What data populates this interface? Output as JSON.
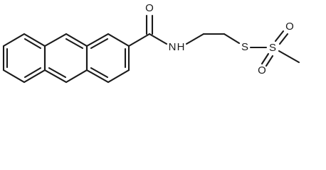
{
  "structure": {
    "atoms": {
      "carbonyl_oxygen": "O",
      "amide_nitrogen": "N",
      "amide_hydrogen": "H",
      "sulfur_1": "S",
      "sulfur_2": "S",
      "sulfonyl_oxygen_top": "O",
      "sulfonyl_oxygen_bottom": "O"
    },
    "colors": {
      "bond": "#1a1a1a",
      "background": "#ffffff"
    }
  }
}
